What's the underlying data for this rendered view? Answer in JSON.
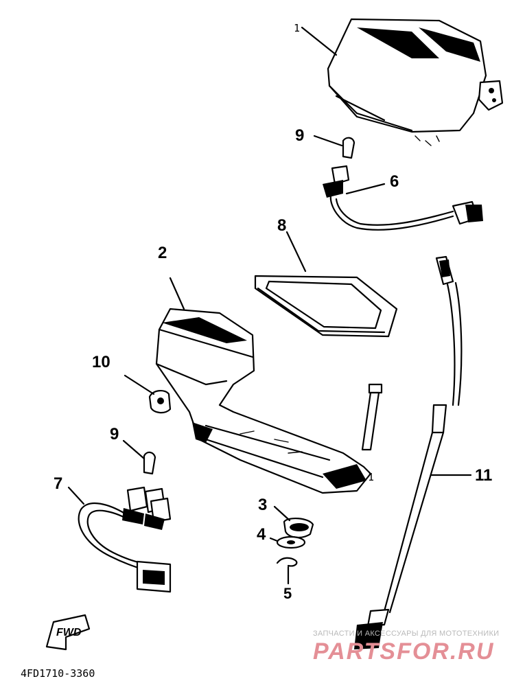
{
  "diagram": {
    "parts": [
      {
        "id": "part-1-top",
        "label": "1"
      },
      {
        "id": "part-9-top",
        "label": "9"
      },
      {
        "id": "part-6",
        "label": "6"
      },
      {
        "id": "part-8",
        "label": "8"
      },
      {
        "id": "part-2",
        "label": "2"
      },
      {
        "id": "part-10",
        "label": "10"
      },
      {
        "id": "part-9-bottom",
        "label": "9"
      },
      {
        "id": "part-7",
        "label": "7"
      },
      {
        "id": "part-1-bottom",
        "label": "1"
      },
      {
        "id": "part-3",
        "label": "3"
      },
      {
        "id": "part-4",
        "label": "4"
      },
      {
        "id": "part-5",
        "label": "5"
      },
      {
        "id": "part-11",
        "label": "11"
      }
    ],
    "direction_label": "FWD",
    "drawing_code": "4FD1710-3360"
  },
  "watermark": {
    "tagline": "ЗАПЧАСТИ И АКСЕССУАРЫ ДЛЯ МОТОТЕХНИКИ",
    "brand": "PARTSFOR.RU",
    "colors": {
      "tagline": "#b9b9b9",
      "brand": "#e48f96"
    }
  }
}
